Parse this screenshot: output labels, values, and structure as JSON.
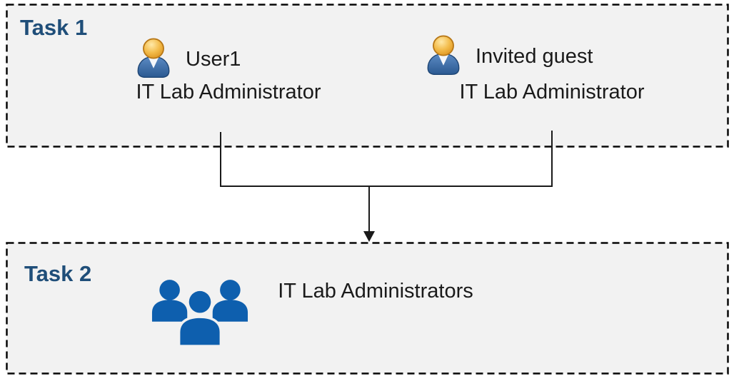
{
  "colors": {
    "task_label": "#1F4E79",
    "box_fill": "#F2F2F2",
    "box_border": "#060606",
    "text": "#1A1A1A",
    "group_icon_blue": "#0E5FAE",
    "connector": "#1A1A1A",
    "user_icon_head": "#EFA832",
    "user_icon_body": "#3A6EA8"
  },
  "task1": {
    "label": "Task 1",
    "nodes": [
      {
        "icon": "single-user-icon",
        "name": "User1",
        "role": "IT Lab Administrator"
      },
      {
        "icon": "single-user-icon",
        "name": "Invited guest",
        "role": "IT Lab Administrator"
      }
    ]
  },
  "task2": {
    "label": "Task 2",
    "group": {
      "icon": "user-group-icon",
      "name": "IT Lab Administrators"
    }
  }
}
